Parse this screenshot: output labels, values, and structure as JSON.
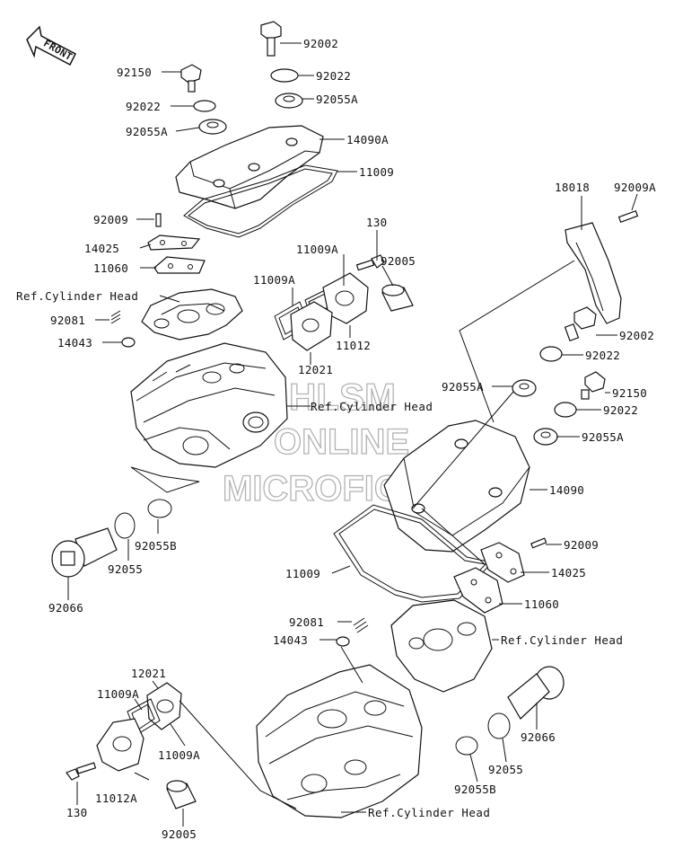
{
  "front_arrow": "FRONT",
  "watermark": {
    "line1": "HLSM",
    "line2": "ONLINE",
    "line3": "MICROFICHE"
  },
  "labels": {
    "p92002_top": "92002",
    "p92150_top": "92150",
    "p92022_top_r": "92022",
    "p92022_top_l": "92022",
    "p92055A_top_r": "92055A",
    "p92055A_top_l": "92055A",
    "p14090A": "14090A",
    "p11009_top": "11009",
    "p92009_top": "92009",
    "p14025_top": "14025",
    "p11060_top": "11060",
    "p130_top": "130",
    "p11009A_top_r": "11009A",
    "p92005_top": "92005",
    "p11009A_top_l": "11009A",
    "p92081_top": "92081",
    "p14043_top": "14043",
    "p11012_top": "11012",
    "p12021_top": "12021",
    "p18018": "18018",
    "p92009A": "92009A",
    "p92002_right": "92002",
    "p92022_right1": "92022",
    "p92055A_right_l": "92055A",
    "p92150_right": "92150",
    "p92022_right2": "92022",
    "p92055A_right_r": "92055A",
    "p14090": "14090",
    "p92055B_top": "92055B",
    "p92055_top": "92055",
    "p92066_top": "92066",
    "p11009_bot": "11009",
    "p92009_bot": "92009",
    "p14025_bot": "14025",
    "p11060_bot": "11060",
    "p92081_bot": "92081",
    "p14043_bot": "14043",
    "p12021_bot": "12021",
    "p11009A_bot_l": "11009A",
    "p11009A_bot_r": "11009A",
    "p130_bot": "130",
    "p11012A": "11012A",
    "p92005_bot": "92005",
    "p92066_bot": "92066",
    "p92055_bot": "92055",
    "p92055B_bot": "92055B"
  },
  "refs": {
    "ref_top_left": "Ref.Cylinder Head",
    "ref_top_mid": "Ref.Cylinder Head",
    "ref_bot_right": "Ref.Cylinder Head",
    "ref_bot_mid": "Ref.Cylinder Head"
  }
}
